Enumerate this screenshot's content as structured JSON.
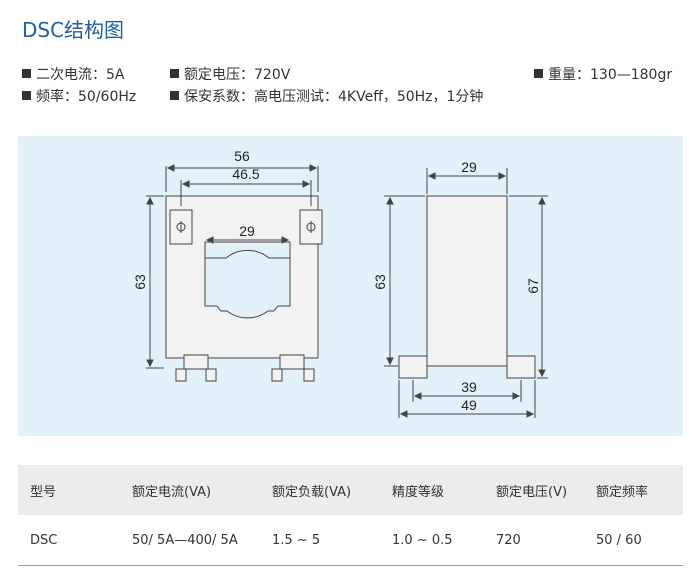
{
  "title": "DSC结构图",
  "specs": {
    "current": "二次电流：5A",
    "voltage": "额定电压：720V",
    "weight": "重量：130—180gr",
    "frequency": "频率：50/60Hz",
    "safety": "保安系数：高电压测试：4KVeff，50Hz，1分钟"
  },
  "dimensions": {
    "front_outer_width": "56",
    "front_hole_spacing": "46.5",
    "front_window": "29",
    "front_height": "63",
    "side_top_width": "29",
    "side_height_left": "63",
    "side_height_right": "67",
    "side_inner_base": "39",
    "side_outer_base": "49"
  },
  "table": {
    "headers": [
      "型号",
      "额定电流(VA)",
      "额定负载(VA)",
      "精度等级",
      "额定电压(V)",
      "额定频率"
    ],
    "rows": [
      [
        "DSC",
        "50/ 5A—400/ 5A",
        "1.5 ~ 5",
        "1.0 ~ 0.5",
        "720",
        "50 / 60"
      ]
    ]
  }
}
